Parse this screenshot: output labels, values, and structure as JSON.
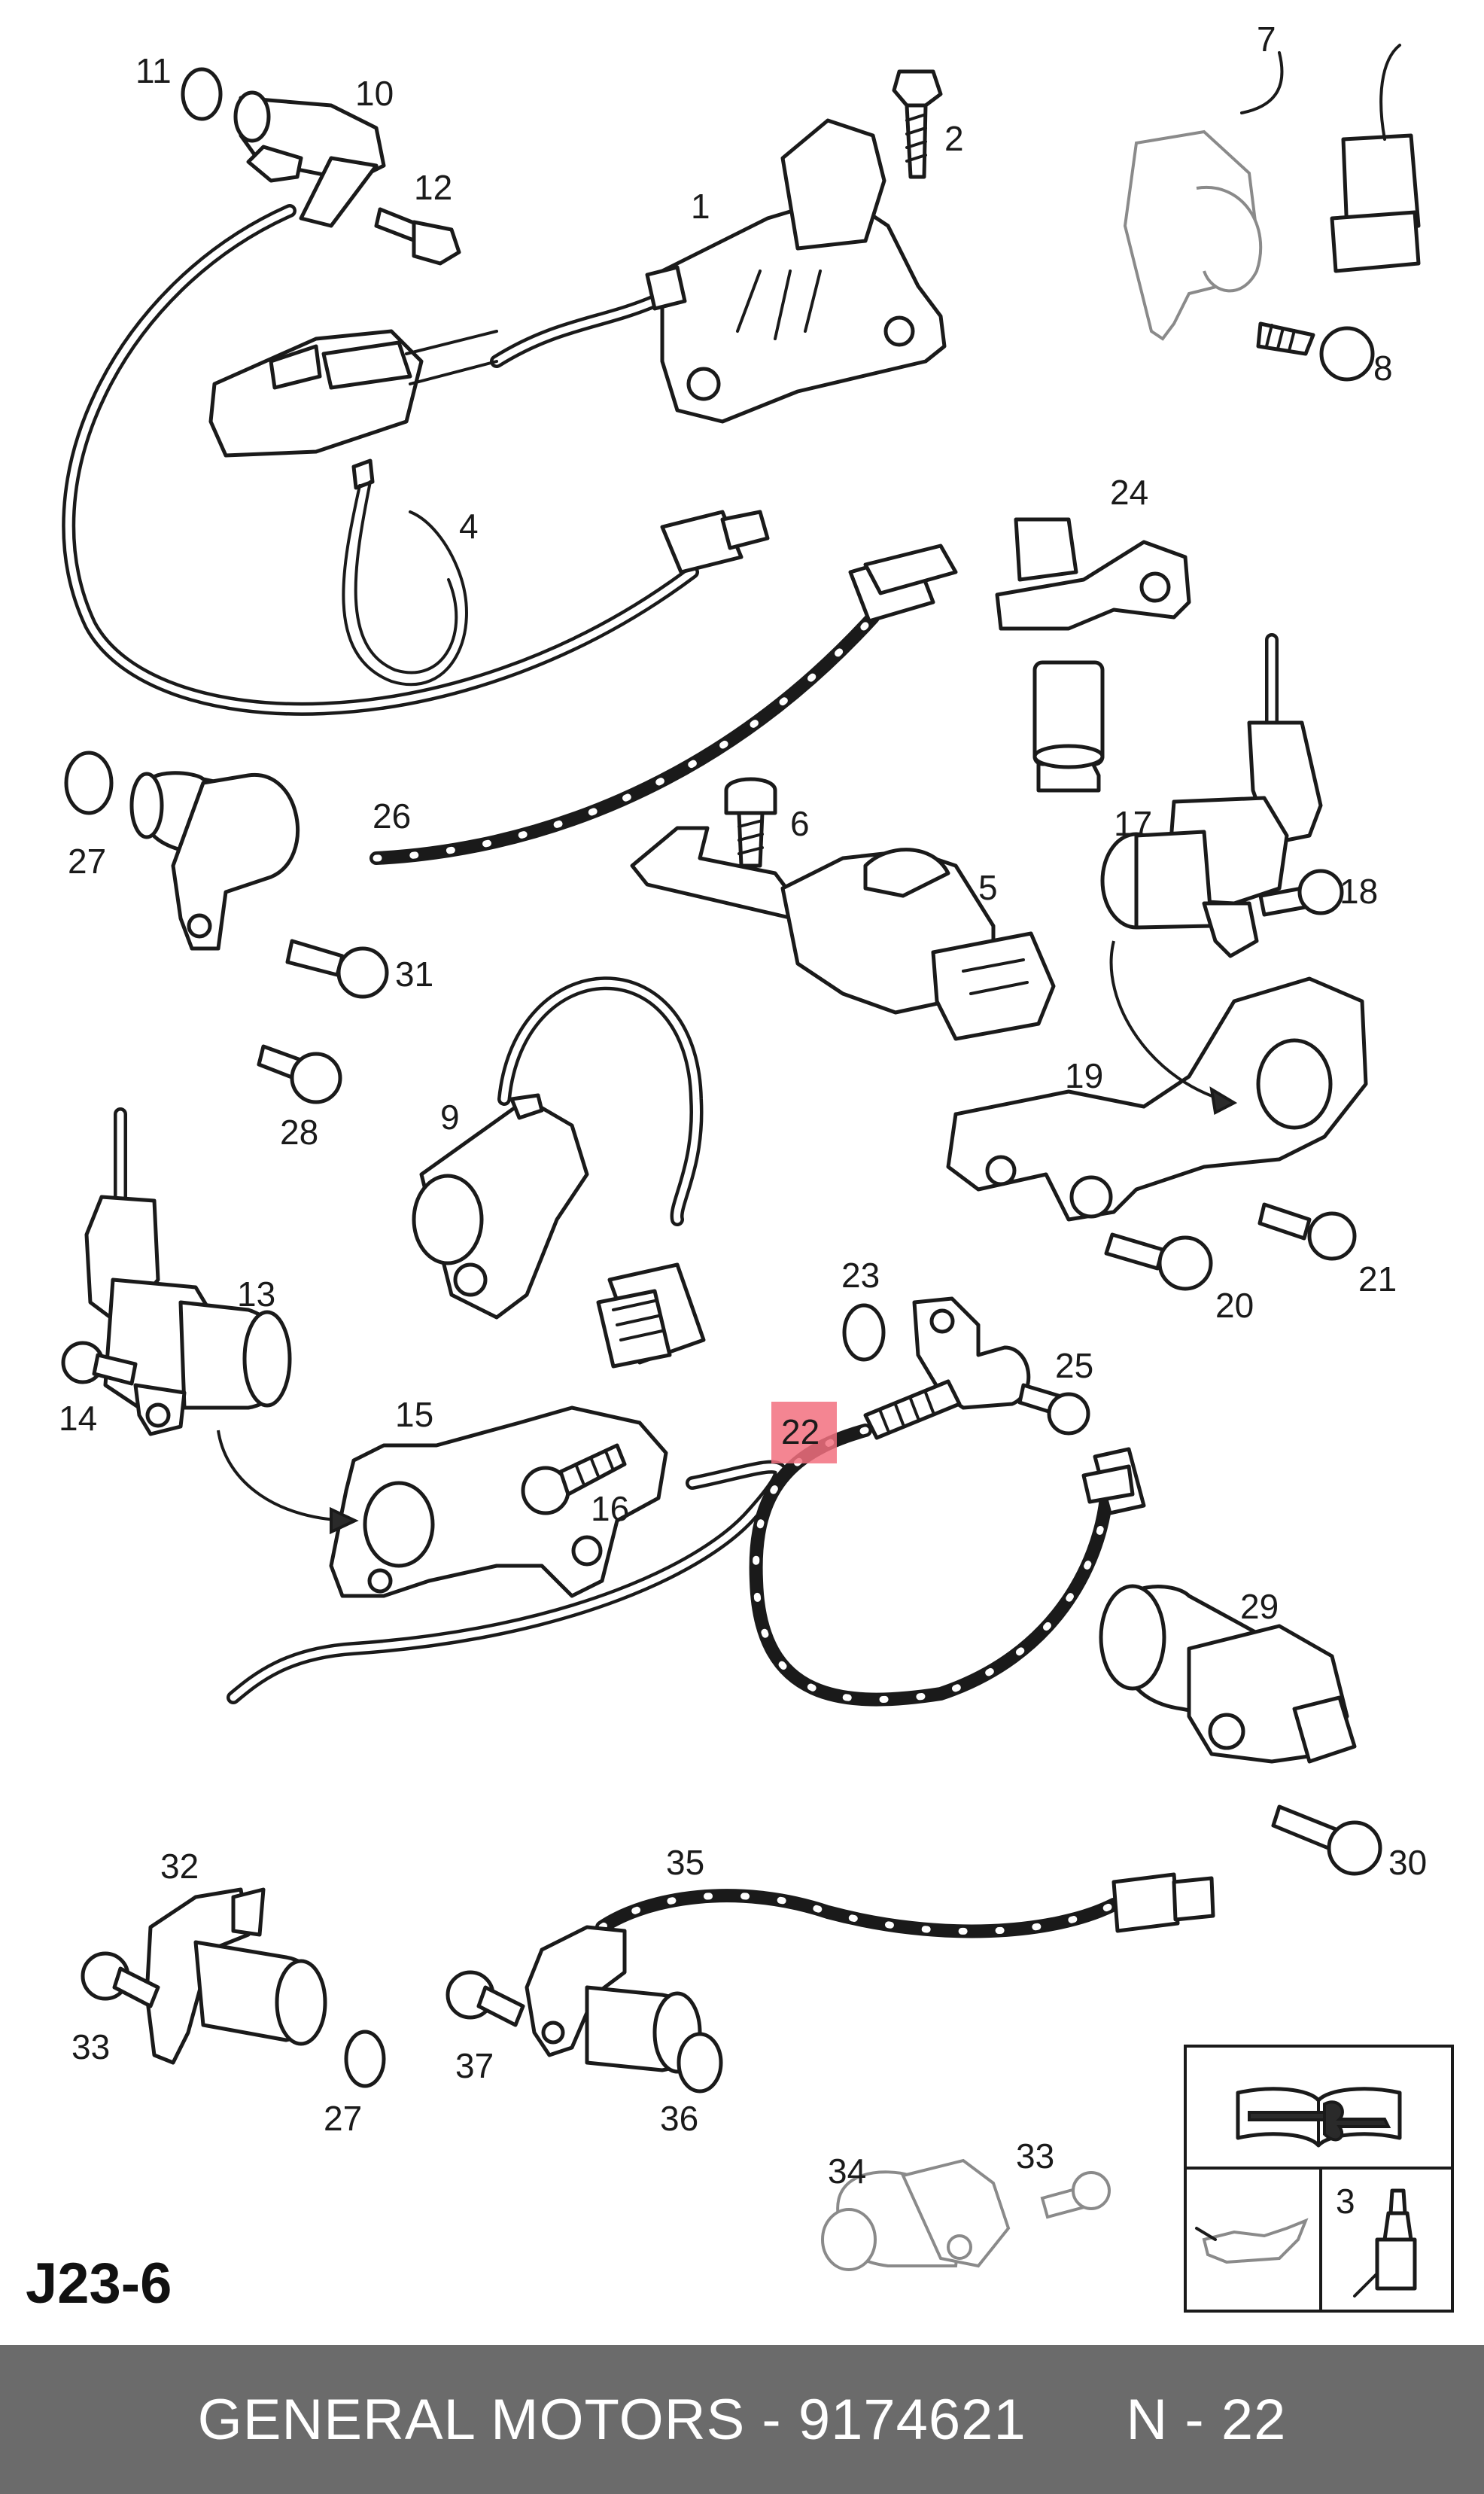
{
  "diagram": {
    "code": "J23-6",
    "highlight_color": "#f2707f",
    "callouts": [
      "1",
      "2",
      "3",
      "4",
      "5",
      "6",
      "7",
      "8",
      "9",
      "10",
      "11",
      "12",
      "13",
      "14",
      "15",
      "16",
      "17",
      "18",
      "19",
      "20",
      "21",
      "22",
      "23",
      "24",
      "25",
      "26",
      "27",
      "27",
      "28",
      "29",
      "30",
      "31",
      "32",
      "33",
      "33",
      "34",
      "35",
      "36",
      "37"
    ],
    "highlighted_callout": "22",
    "icons": [
      "workshop-manual-icon",
      "oil-can-icon",
      "sealant-tube-icon"
    ]
  },
  "footer": {
    "brand": "GENERAL MOTORS",
    "separator": " - ",
    "part_number": "9174621",
    "position": "N - 22",
    "background": "#6b6b6b",
    "text_color": "#ffffff"
  }
}
